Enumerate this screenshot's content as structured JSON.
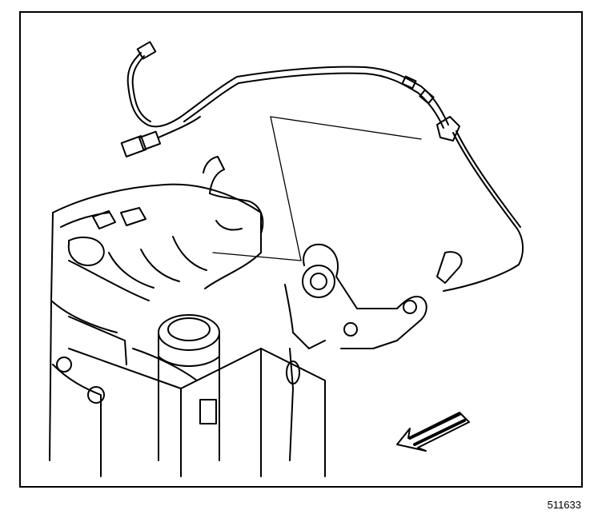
{
  "figure": {
    "id_label": "511633",
    "line_color": "#000000",
    "background": "#ffffff"
  },
  "parts": [
    {
      "name": "oxygen-sensor-connector",
      "icon": "connector"
    },
    {
      "name": "sensor-harness",
      "icon": "wire-harness"
    },
    {
      "name": "engine-assembly",
      "icon": "engine"
    },
    {
      "name": "oil-fill-cap",
      "icon": "cap"
    },
    {
      "name": "lifting-bracket",
      "icon": "bracket"
    },
    {
      "name": "front-direction-arrow",
      "icon": "arrow"
    }
  ]
}
